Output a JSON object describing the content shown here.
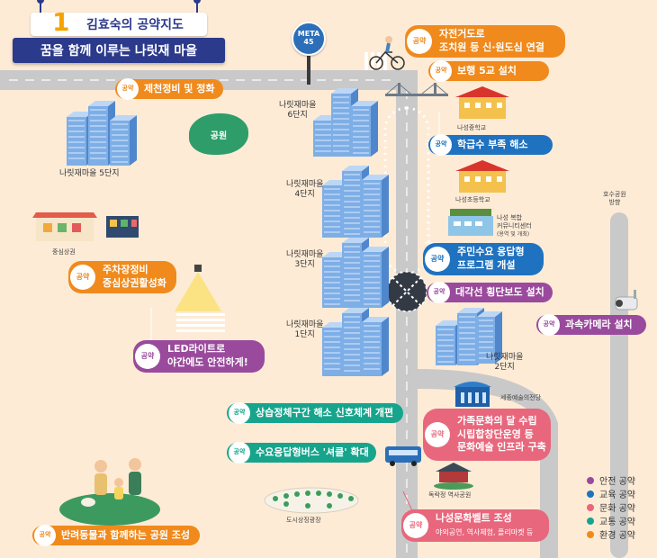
{
  "title": {
    "number": "1",
    "line1": "김효숙의 공약지도",
    "line2": "꿈을 함께 이루는 나릿재 마을"
  },
  "badge_label": "공약",
  "sign": {
    "line1": "META",
    "line2": "45"
  },
  "pledges": {
    "bicycle": {
      "line1": "자전거도로",
      "line2": "조치원 등 신·원도심 연결"
    },
    "bridge": "보행 5교 설치",
    "streams": "제천정비 및 정화",
    "school": "학급수 부족 해소",
    "community": {
      "line1": "주민수요 응답형",
      "line2": "프로그램 개설"
    },
    "crosswalk": "대각선 횡단보도 설치",
    "parking": {
      "line1": "주차장정비",
      "line2": "중심상권활성화"
    },
    "led": {
      "line1": "LED라이트로",
      "line2": "야간에도 안전하게!"
    },
    "cctv": "과속카메라 설치",
    "signal": "상습정체구간 해소 신호체계 개편",
    "bus": "수요응답형버스 '셔클' 확대",
    "culture": {
      "line1": "가족문화의 달 수립",
      "line2": "시립합창단운영 등",
      "line3": "문화예술 인프라 구축"
    },
    "belt": {
      "line1": "나성문화벨트 조성",
      "line2": "야외공연, 역사체험, 플리마켓 등"
    },
    "pet": "반려동물과 함께하는 공원 조성"
  },
  "places": {
    "apt5": "나릿재마을 5단지",
    "apt6": {
      "line1": "나릿재마을",
      "line2": "6단지"
    },
    "apt4": {
      "line1": "나릿재마을",
      "line2": "4단지"
    },
    "apt3": {
      "line1": "나릿재마을",
      "line2": "3단지"
    },
    "apt1": {
      "line1": "나릿재마을",
      "line2": "1단지"
    },
    "apt2": {
      "line1": "나릿재마을",
      "line2": "2단지"
    },
    "park": "공원",
    "market": "중심상권",
    "middle_school": "나성중학교",
    "elementary_school": "나성초등학교",
    "community_center": {
      "line1": "나성 복합",
      "line2": "커뮤니티센터",
      "line3": "(용역 및 개최)"
    },
    "lake_park": {
      "line1": "호수공원",
      "line2": "방향"
    },
    "arts_center": "세종예술의전당",
    "history_park": "독락정 역사공원",
    "square": "도시상징광장"
  },
  "legend": [
    {
      "label": "안전 공약",
      "color": "#9a4a9c"
    },
    {
      "label": "교육 공약",
      "color": "#1f72c0"
    },
    {
      "label": "문화 공약",
      "color": "#e8677c"
    },
    {
      "label": "교통 공약",
      "color": "#16a58c"
    },
    {
      "label": "환경 공약",
      "color": "#f08a1c"
    }
  ],
  "colors": {
    "background": "#fdebd6",
    "road": "#c9c9c9",
    "title_navy": "#2c3a8c",
    "park_green": "#2e9d6a"
  }
}
